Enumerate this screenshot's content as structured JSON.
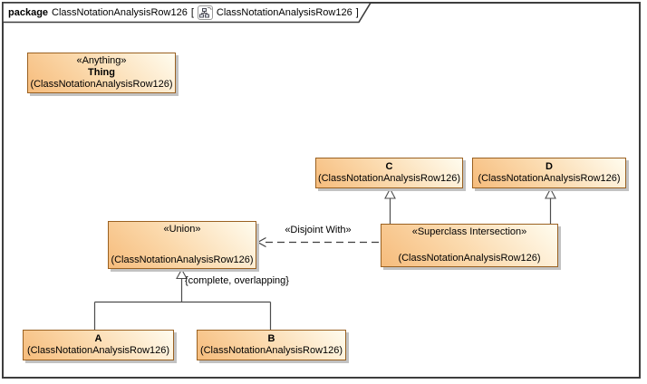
{
  "header": {
    "keyword": "package",
    "scope_name": "ClassNotationAnalysisRow126",
    "bracket_open": "[",
    "diagram_name": "ClassNotationAnalysisRow126",
    "bracket_close": "]"
  },
  "nodes": {
    "thing": {
      "stereotype": "«Anything»",
      "name": "Thing",
      "qualifier": "(ClassNotationAnalysisRow126)"
    },
    "c": {
      "name": "C",
      "qualifier": "(ClassNotationAnalysisRow126)"
    },
    "d": {
      "name": "D",
      "qualifier": "(ClassNotationAnalysisRow126)"
    },
    "union": {
      "stereotype": "«Union»",
      "qualifier": "(ClassNotationAnalysisRow126)"
    },
    "superclass_intersection": {
      "stereotype": "«Superclass Intersection»",
      "qualifier": "(ClassNotationAnalysisRow126)"
    },
    "a": {
      "name": "A",
      "qualifier": "(ClassNotationAnalysisRow126)"
    },
    "b": {
      "name": "B",
      "qualifier": "(ClassNotationAnalysisRow126)"
    }
  },
  "edges": {
    "disjoint_with_label": "«Disjoint With»",
    "generalization_set_label": "{complete, overlapping}"
  },
  "colors": {
    "node_fill_dark": "#f6bc7c",
    "node_fill_light": "#fffcef",
    "node_border": "#9a6121",
    "node_shadow": "#c2c2c2",
    "connector_line": "#4d4d4d",
    "frame_border": "#3d3d3d"
  }
}
